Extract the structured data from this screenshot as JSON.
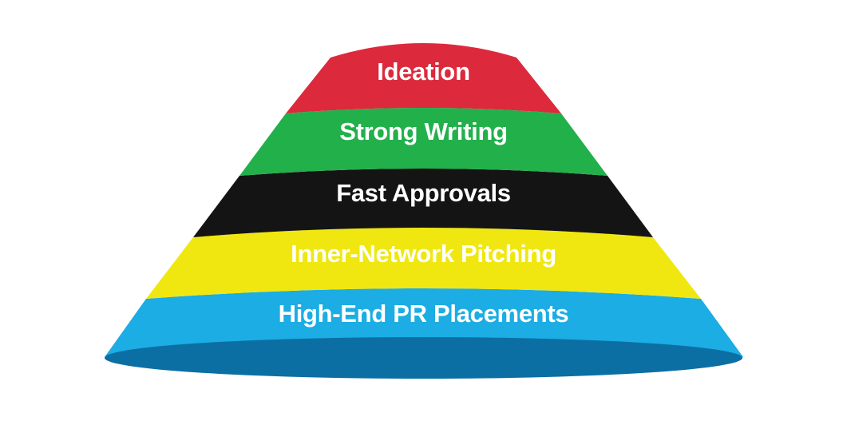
{
  "diagram": {
    "type": "layered-cone",
    "layers": [
      {
        "label": "Ideation",
        "color": "#dc2a3c"
      },
      {
        "label": "Strong Writing",
        "color": "#22b04b"
      },
      {
        "label": "Fast Approvals",
        "color": "#141414"
      },
      {
        "label": "Inner-Network Pitching",
        "color": "#f0e710"
      },
      {
        "label": "High-End PR Placements",
        "color": "#1bade3"
      }
    ],
    "base_color": "#0b6fa4"
  }
}
